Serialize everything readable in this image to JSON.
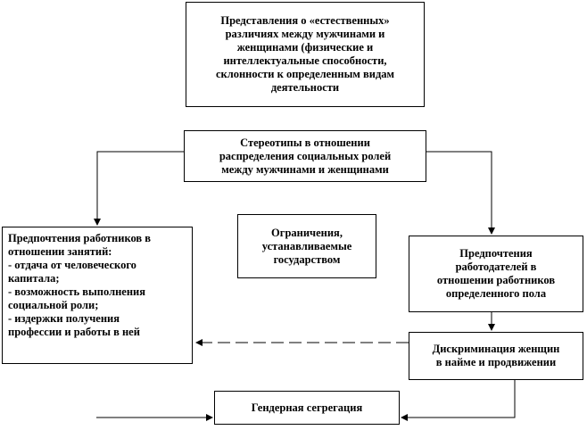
{
  "diagram": {
    "nodes": {
      "natural_differences": "Представления о «естественных»\nразличиях между мужчинами и\nженщинами (физические и\nинтеллектуальные способности,\nсклонности к определенным видам\nдеятельности",
      "stereotypes": "Стереотипы в отношении\nраспределения социальных ролей\nмежду мужчинами и женщинами",
      "state_limits": "Ограничения,\nустанавливаемые\nгосударством",
      "worker_preferences": "Предпочтения работников в\nотношении занятий:\n- отдача от человеческого\nкапитала;\n- возможность выполнения\nсоциальной роли;\n- издержки получения\nпрофессии и работы в ней",
      "employer_preferences": "Предпочтения\nработодателей в\nотношении работников\nопределенного пола",
      "discrimination": "Дискриминация женщин\nв найме и продвижении",
      "segregation": "Гендерная сегрегация"
    },
    "edges": [
      {
        "from": "stereotypes",
        "to": "worker_preferences",
        "style": "solid"
      },
      {
        "from": "stereotypes",
        "to": "employer_preferences",
        "style": "solid"
      },
      {
        "from": "employer_preferences",
        "to": "discrimination",
        "style": "solid"
      },
      {
        "from": "discrimination",
        "to": "worker_preferences",
        "style": "dashed"
      },
      {
        "from": "discrimination",
        "to": "segregation",
        "style": "solid"
      },
      {
        "from": "external",
        "to": "segregation",
        "style": "solid"
      }
    ]
  }
}
